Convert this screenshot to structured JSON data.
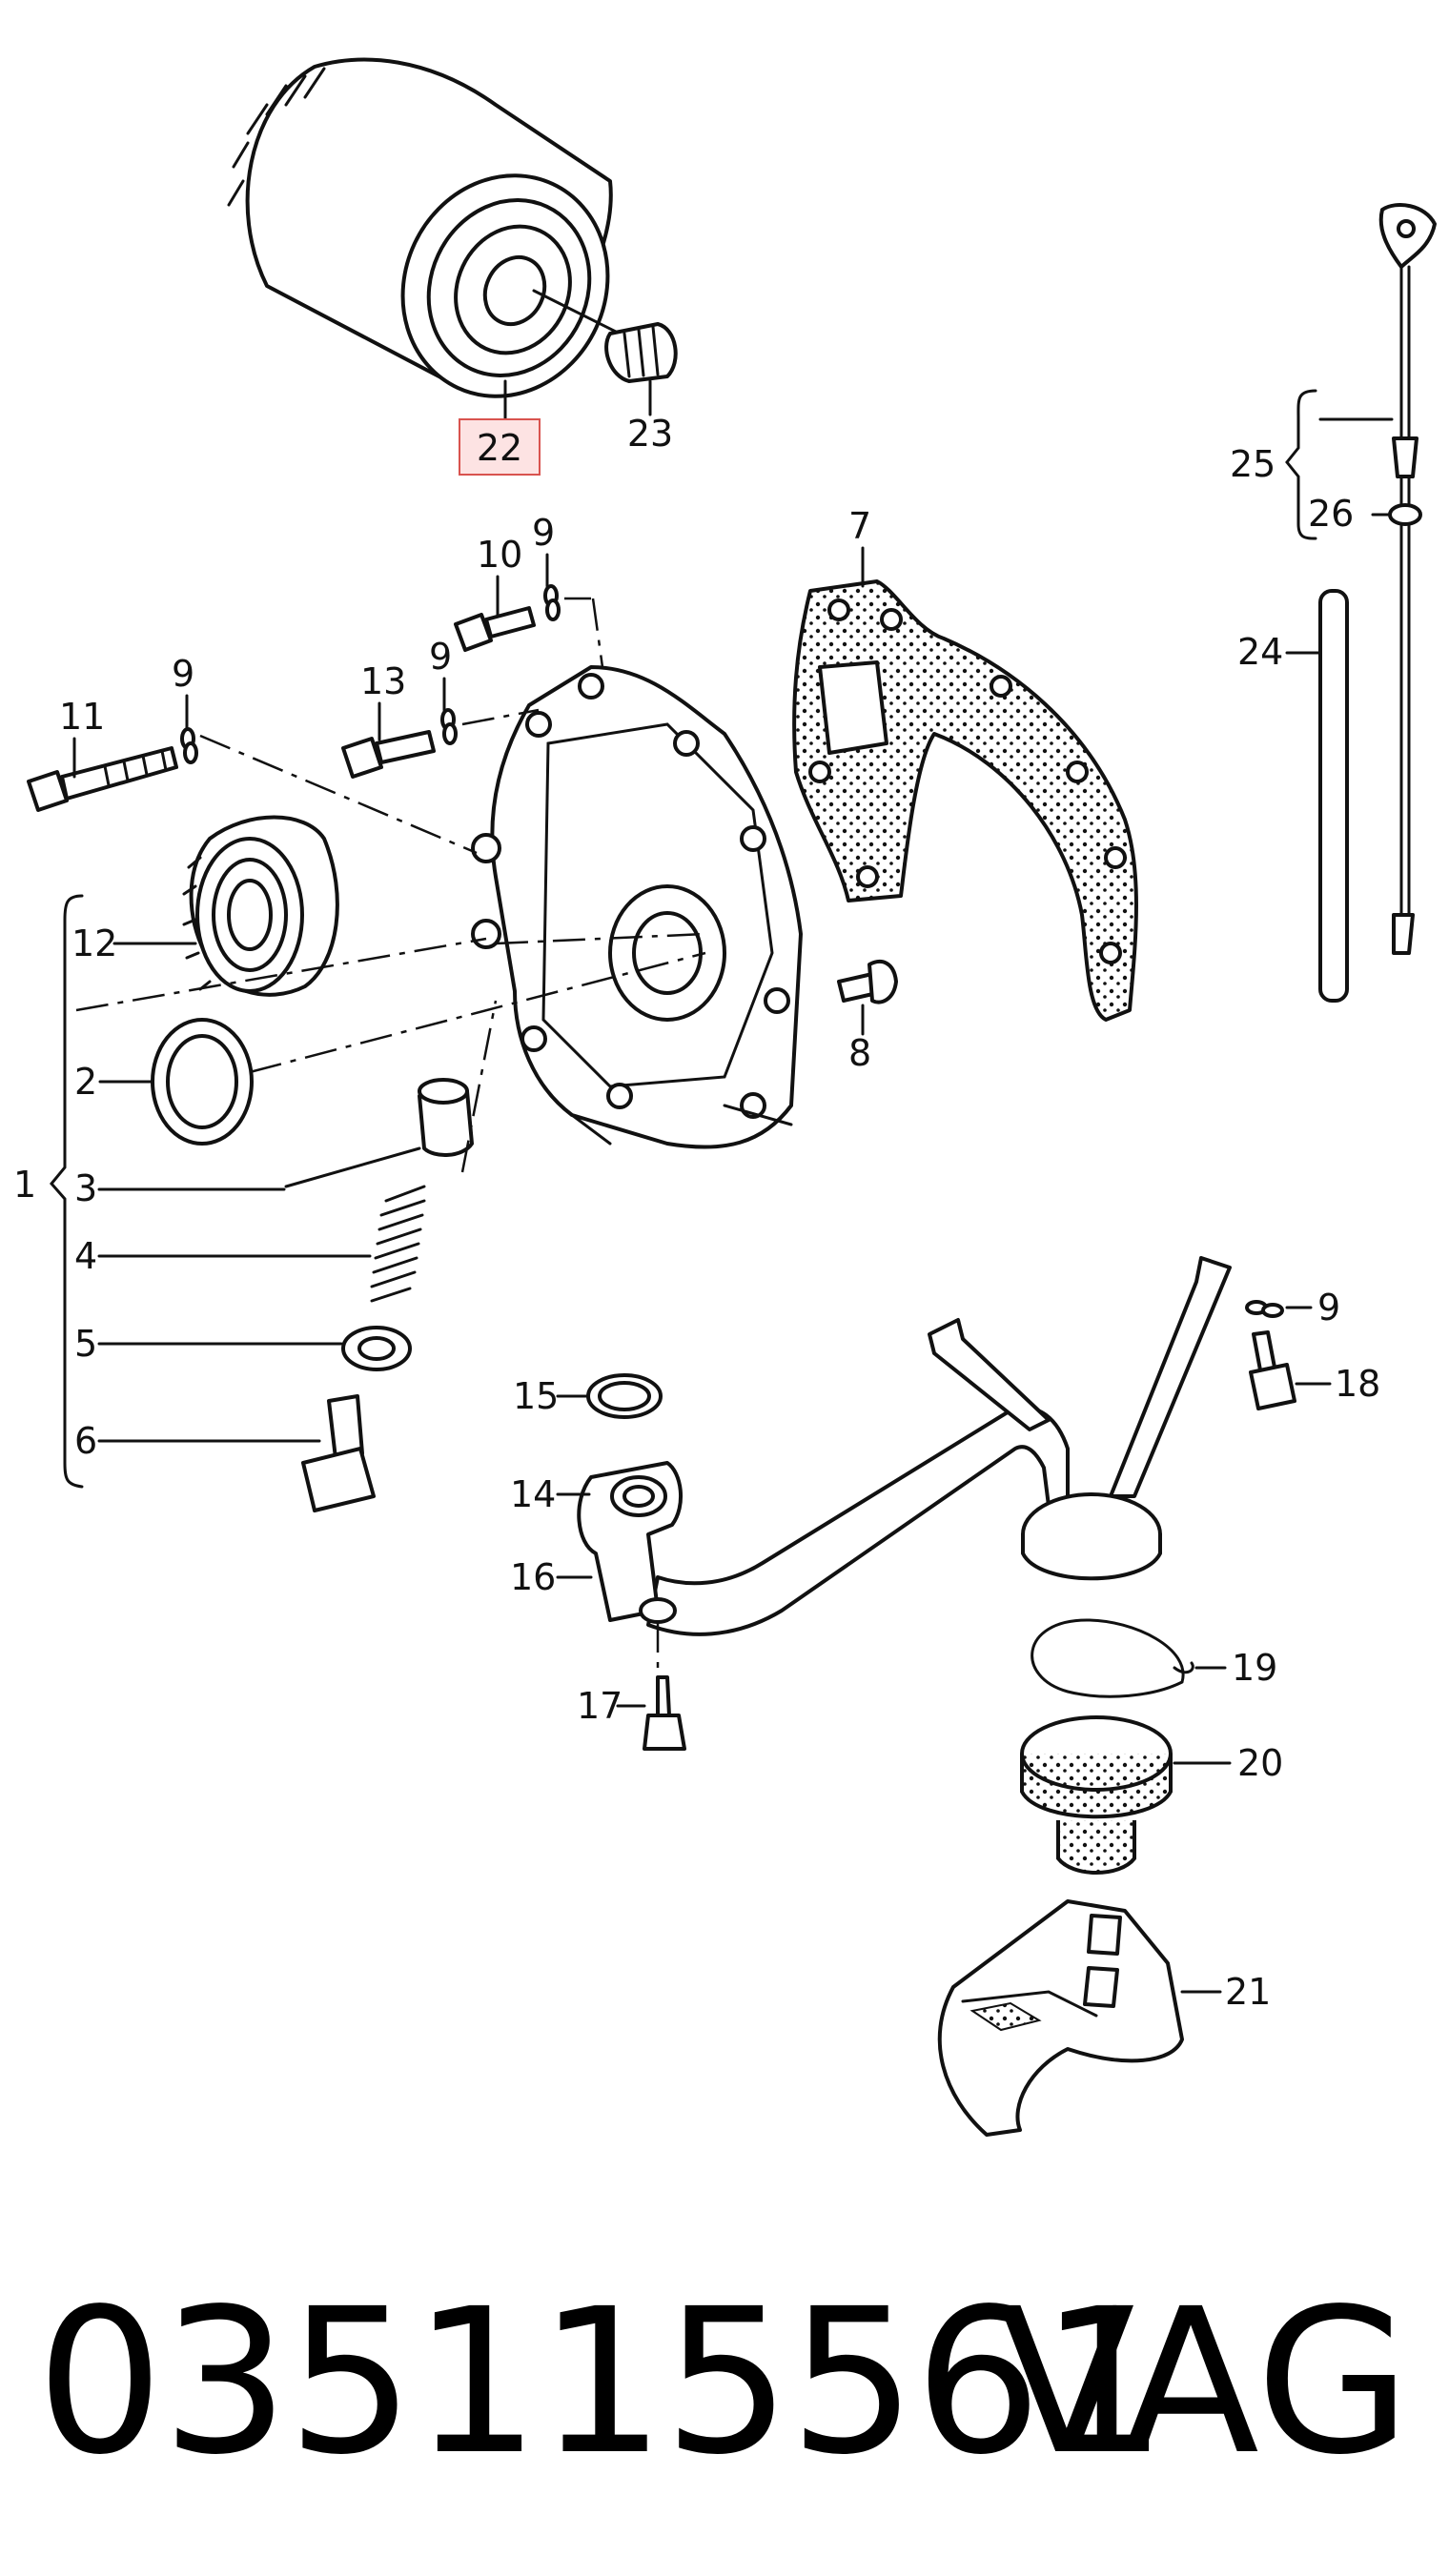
{
  "diagram": {
    "callouts": {
      "c1": "1",
      "c2": "2",
      "c3": "3",
      "c4": "4",
      "c5": "5",
      "c6": "6",
      "c7": "7",
      "c8": "8",
      "c9a": "9",
      "c9b": "9",
      "c9c": "9",
      "c9d": "9",
      "c10": "10",
      "c11": "11",
      "c12": "12",
      "c13": "13",
      "c14": "14",
      "c15": "15",
      "c16": "16",
      "c17": "17",
      "c18": "18",
      "c19": "19",
      "c20": "20",
      "c21": "21",
      "c22": "22",
      "c23": "23",
      "c24": "24",
      "c25": "25",
      "c26": "26"
    },
    "highlight_color": "#d9534f",
    "highlight_fill": "#fde3e3"
  },
  "footer": {
    "part_number": "035115561",
    "brand": "VAG"
  }
}
